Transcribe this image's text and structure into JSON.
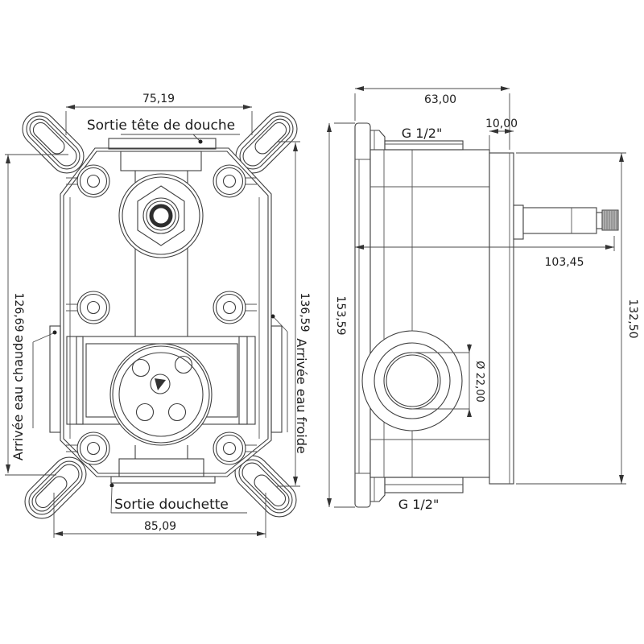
{
  "drawing": {
    "type": "technical-drawing",
    "background": "#ffffff",
    "line_color": "#3f3f3f",
    "front_view": {
      "dim_top": "75,19",
      "dim_bottom": "85,09",
      "dim_left": "126,69",
      "dim_right": "136,59",
      "label_outlet_top": "Sortie tête de douche",
      "label_outlet_bottom": "Sortie douchette",
      "label_inlet_left": "Arrivée eau chaude",
      "label_inlet_right": "Arrivée eau froide"
    },
    "side_view": {
      "dim_width": "63,00",
      "dim_plate_thickness": "10,00",
      "dim_height_total": "153,59",
      "dim_height_plate": "132,50",
      "dim_depth": "103,45",
      "dim_bore": "Ø 22,00",
      "label_thread_top": "G 1/2\"",
      "label_thread_bottom": "G 1/2\""
    }
  }
}
